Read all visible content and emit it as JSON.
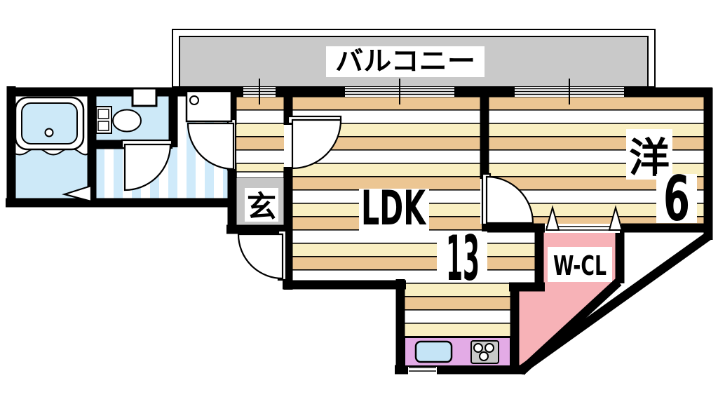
{
  "rooms": {
    "balcony": {
      "label": "バルコニー"
    },
    "entrance": {
      "label": "玄"
    },
    "ldk": {
      "label": "LDK",
      "size": "13"
    },
    "western_room": {
      "label": "洋",
      "size": "6"
    },
    "walk_in_closet": {
      "label": "W-CL"
    }
  },
  "colors": {
    "wall": "#000000",
    "balcony_gray": "#c9c9c9",
    "entrance_gray": "#c6c6c6",
    "water_blue": "#cde9f8",
    "stripe_blue": "#cfeafa",
    "wood_tan": "#ecc693",
    "wood_cream": "#f9efc2",
    "closet_pink": "#f7b2b7",
    "kitchen_purple": "#e3abe6",
    "sink_blue": "#c5e4f6",
    "stove_gray": "#c8c8c8"
  }
}
